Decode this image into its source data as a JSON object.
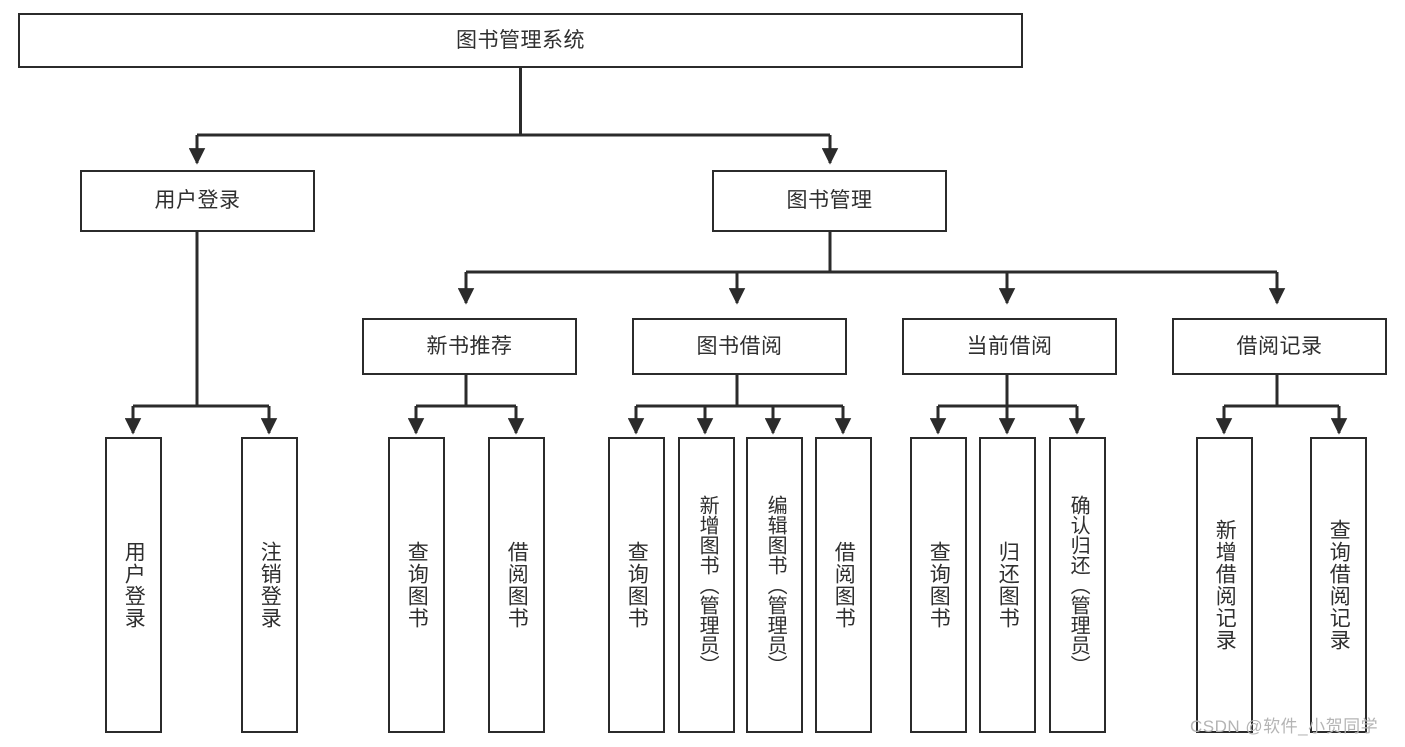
{
  "diagram": {
    "type": "tree-hierarchy",
    "title": "图书管理系统",
    "root": {
      "id": "root",
      "label": "图书管理系统"
    },
    "level1": [
      {
        "id": "user-login",
        "label": "用户登录"
      },
      {
        "id": "book-manage",
        "label": "图书管理"
      }
    ],
    "level2": [
      {
        "id": "new-book-recommend",
        "label": "新书推荐",
        "parent": "book-manage"
      },
      {
        "id": "book-borrow",
        "label": "图书借阅",
        "parent": "book-manage"
      },
      {
        "id": "current-borrow",
        "label": "当前借阅",
        "parent": "book-manage"
      },
      {
        "id": "borrow-record",
        "label": "借阅记录",
        "parent": "book-manage"
      }
    ],
    "leaves": [
      {
        "id": "leaf-user-login",
        "label": "用户登录",
        "parent": "user-login"
      },
      {
        "id": "leaf-logout-login",
        "label": "注销登录",
        "parent": "user-login"
      },
      {
        "id": "leaf-query-book-1",
        "label": "查询图书",
        "parent": "new-book-recommend"
      },
      {
        "id": "leaf-borrow-book-1",
        "label": "借阅图书",
        "parent": "new-book-recommend"
      },
      {
        "id": "leaf-query-book-2",
        "label": "查询图书",
        "parent": "book-borrow"
      },
      {
        "id": "leaf-add-book",
        "label": "新增图书（管理员）",
        "parent": "book-borrow"
      },
      {
        "id": "leaf-edit-book",
        "label": "编辑图书（管理员）",
        "parent": "book-borrow"
      },
      {
        "id": "leaf-borrow-book-2",
        "label": "借阅图书",
        "parent": "book-borrow"
      },
      {
        "id": "leaf-query-book-3",
        "label": "查询图书",
        "parent": "current-borrow"
      },
      {
        "id": "leaf-return-book",
        "label": "归还图书",
        "parent": "current-borrow"
      },
      {
        "id": "leaf-confirm-return",
        "label": "确认归还（管理员）",
        "parent": "current-borrow"
      },
      {
        "id": "leaf-add-record",
        "label": "新增借阅记录",
        "parent": "borrow-record"
      },
      {
        "id": "leaf-query-record",
        "label": "查询借阅记录",
        "parent": "borrow-record"
      }
    ],
    "colors": {
      "stroke": "#2b2b2b",
      "text": "#2f2f2f",
      "background": "#ffffff",
      "watermark": "#b4b4b4"
    }
  },
  "watermark": {
    "text": "CSDN @软件_小贺同学"
  }
}
